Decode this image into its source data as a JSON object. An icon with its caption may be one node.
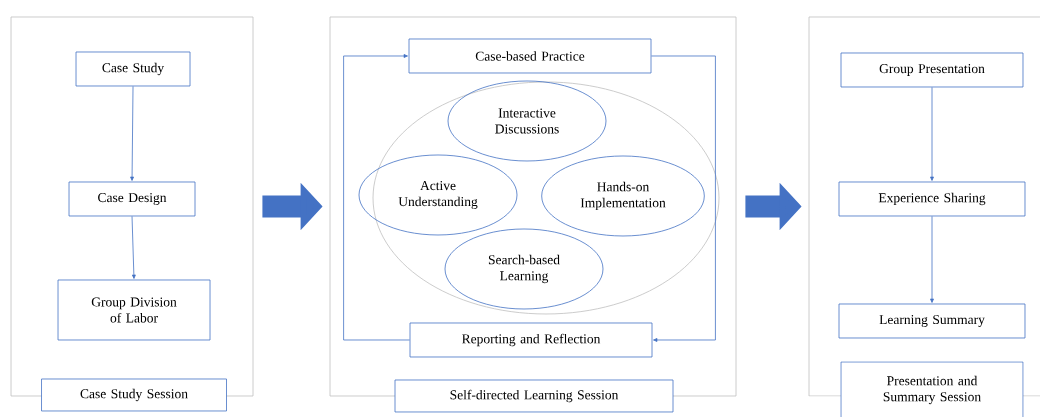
{
  "diagram": {
    "nodes": [
      {
        "text": [],
        "shape": "box"
      },
      {
        "text": [
          "Case Study Session"
        ]
      },
      {
        "text": [
          "Case Study"
        ],
        "in": 0
      },
      {
        "text": [
          "Case Design"
        ],
        "in": 0
      },
      {
        "text": [
          "Group Division of Labor"
        ],
        "in": 0
      },
      {
        "text": [],
        "shape": "box"
      },
      {
        "text": [
          "Self-directed Learning Session"
        ]
      },
      {
        "text": [
          "Case-based Practice"
        ],
        "in": 5
      },
      {
        "text": [],
        "shape": "ellipse",
        "in": 5
      },
      {
        "text": [
          "Interactive Discussions"
        ],
        "in": 8
      },
      {
        "text": [
          "Active Understanding"
        ],
        "in": 8
      },
      {
        "text": [
          "Hands-on Implementation"
        ],
        "in": 8
      },
      {
        "text": [
          "Search-based Learning"
        ],
        "in": 8
      },
      {
        "text": [
          "Reporting and Reflection"
        ],
        "in": 5
      },
      {
        "text": [],
        "shape": "box"
      },
      {
        "text": [
          "Presentation and Summary Session"
        ]
      },
      {
        "text": [
          "Group Presentation"
        ],
        "in": 14
      },
      {
        "text": [
          "Experience Sharing"
        ],
        "in": 14
      },
      {
        "text": [
          "Learning Summary"
        ],
        "in": 14
      }
    ],
    "edges": [
      {
        "from": 2,
        "to": 3,
        "arrow": "to"
      },
      {
        "from": 3,
        "to": 4,
        "arrow": "to"
      },
      {
        "from": 0,
        "to": 5,
        "arrow": "to",
        "style": "thick"
      },
      {
        "from": 7,
        "to": 13,
        "arrow": "to"
      },
      {
        "from": 13,
        "to": 7,
        "arrow": "to"
      },
      {
        "from": 5,
        "to": 14,
        "arrow": "to",
        "style": "thick"
      },
      {
        "from": 16,
        "to": 17,
        "arrow": "to"
      },
      {
        "from": 17,
        "to": 18,
        "arrow": "to"
      }
    ]
  }
}
